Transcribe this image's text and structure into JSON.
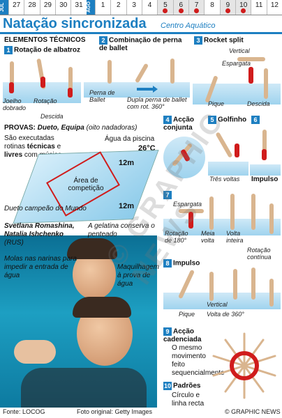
{
  "calendar": {
    "months": [
      "JUL",
      "AGO"
    ],
    "days": [
      {
        "label": "27",
        "event": false
      },
      {
        "label": "28",
        "event": false
      },
      {
        "label": "29",
        "event": false
      },
      {
        "label": "30",
        "event": false
      },
      {
        "label": "31",
        "event": false
      },
      {
        "label": "1",
        "event": false
      },
      {
        "label": "2",
        "event": false
      },
      {
        "label": "3",
        "event": false
      },
      {
        "label": "4",
        "event": false
      },
      {
        "label": "5",
        "event": true
      },
      {
        "label": "6",
        "event": true
      },
      {
        "label": "7",
        "event": true
      },
      {
        "label": "8",
        "event": false
      },
      {
        "label": "9",
        "event": true
      },
      {
        "label": "10",
        "event": true
      },
      {
        "label": "11",
        "event": false
      },
      {
        "label": "12",
        "event": false
      }
    ],
    "event_color": "#d01c1c"
  },
  "header": {
    "title": "Natação sincronizada",
    "subtitle": "Centro Aquático",
    "accent": "#1d7fc1"
  },
  "elements": {
    "heading": "ELEMENTOS TÉCNICOS",
    "s1": {
      "num": "1",
      "title": "Rotação de albatroz",
      "labels": [
        "Joelho dobrado",
        "Rotação",
        "Descida"
      ]
    },
    "s2": {
      "num": "2",
      "title": "Combinação de perna de ballet",
      "labels": [
        "Perna de Ballet",
        "Dupla perna de ballet com rot. 360°"
      ]
    },
    "s3": {
      "num": "3",
      "title": "Rocket split",
      "labels": [
        "Vertical",
        "Espargata",
        "Pique",
        "Descida"
      ]
    },
    "s4": {
      "num": "4",
      "title": "Acção conjunta"
    },
    "s5": {
      "num": "5",
      "title": "Golfinho",
      "labels": [
        "Três voltas"
      ]
    },
    "s6": {
      "num": "6",
      "title": "Impulso"
    },
    "s7": {
      "num": "7",
      "labels": [
        "Espargata",
        "Rotação de 180°",
        "Meia volta",
        "Volta inteira",
        "Rotação contínua"
      ]
    },
    "s8": {
      "num": "8",
      "title": "Impulso",
      "labels": [
        "Pique",
        "Vertical",
        "Volta de 360°"
      ]
    },
    "s9": {
      "num": "9",
      "title": "Acção cadenciada",
      "text": "O mesmo movimento feito sequencialmente"
    },
    "s10": {
      "num": "10",
      "title": "Padrões",
      "text": "Círculo e linha recta"
    }
  },
  "provas": {
    "label": "PROVAS:",
    "events": "Dueto, Equipa",
    "note": "(oito nadadoras)",
    "routines": [
      "São executadas rotinas ",
      "técnicas",
      " e ",
      "livres",
      " com música"
    ],
    "water_temp_label": "Água da piscina",
    "water_temp": "26°C",
    "pool_size": "12m",
    "pool_size_2": "12m",
    "area_label": "Área de competição"
  },
  "photo": {
    "champion_intro": "Dueto campeão do Mundo",
    "athlete1": "Svetlana Romashina,",
    "athlete2": "Natalia Ishchenko",
    "country": "(RUS)",
    "gelatin": "A gelatina conserva o penteado",
    "nose": "Molas nas narinas para impedir a entrada de água",
    "makeup": "Maquilhagem à prova de água"
  },
  "footer": {
    "source": "Fonte: LOCOG",
    "photo_credit": "Foto original: Getty Images",
    "copyright": "© GRAPHIC NEWS"
  },
  "watermark": "© GRAPHIC NEWS"
}
